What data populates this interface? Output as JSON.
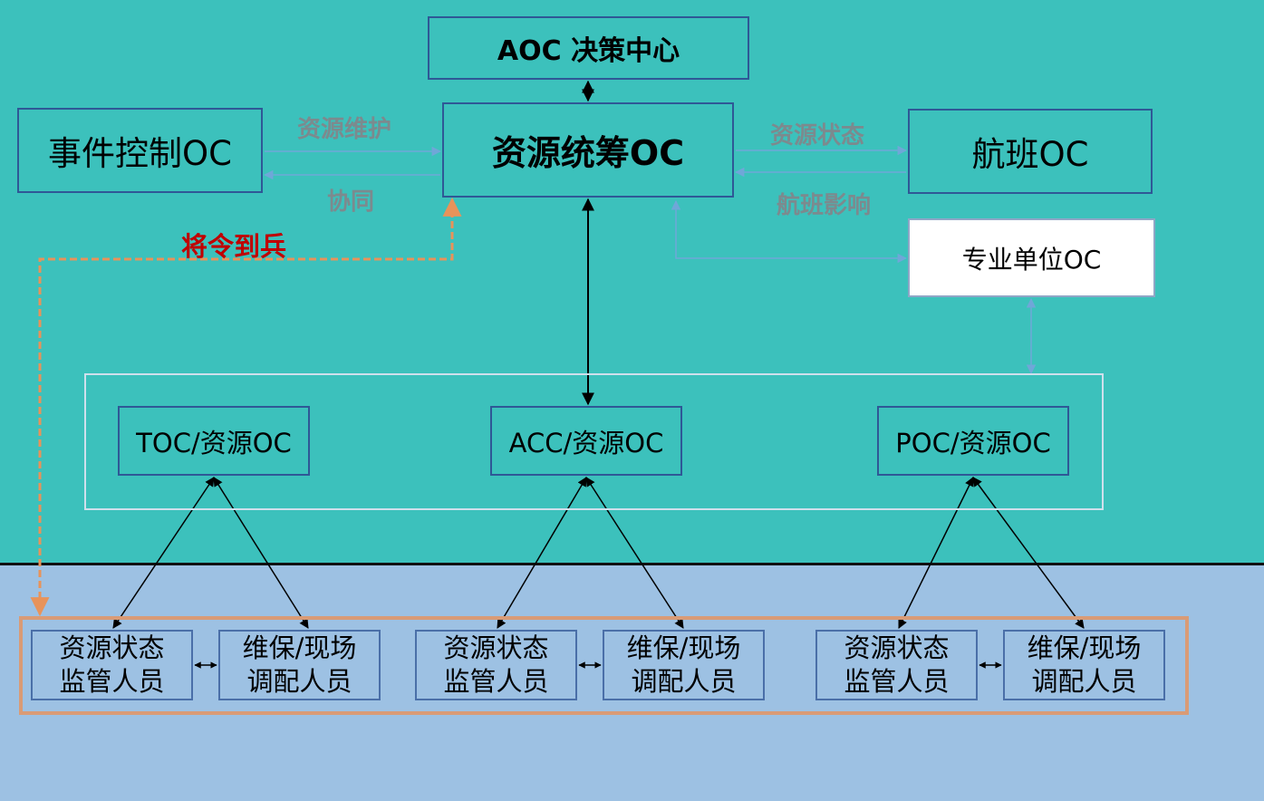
{
  "nodes": {
    "aoc": "AOC 决策中心",
    "center": "资源统筹OC",
    "event": "事件控制OC",
    "flight": "航班OC",
    "professional": "专业单位OC",
    "toc": "TOC/资源OC",
    "acc": "ACC/资源OC",
    "poc": "POC/资源OC"
  },
  "staff": {
    "monitor_line1": "资源状态",
    "monitor_line2": "监管人员",
    "dispatch_line1": "维保/现场",
    "dispatch_line2": "调配人员"
  },
  "edge_labels": {
    "maintenance": "资源维护",
    "cooperation": "协同",
    "status": "资源状态",
    "impact": "航班影响",
    "command": "将令到兵"
  },
  "colors": {
    "top_background": "#3cc1bc",
    "bottom_background": "#9dc1e3",
    "box_border": "#2f5896",
    "team_border": "#d99b76",
    "command_line": "#e8935a",
    "command_text": "#c00000",
    "edge_label_text": "#7c8a8e"
  }
}
